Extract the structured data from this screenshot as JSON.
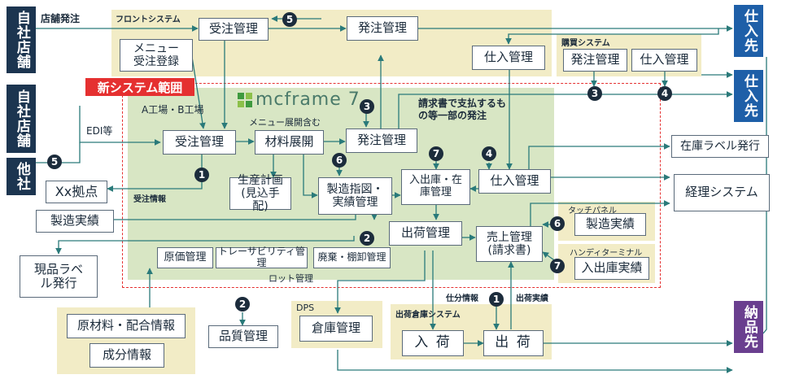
{
  "colors": {
    "panel": "#f2ecc6",
    "panel_green": "#d8e6c4",
    "scope_border": "#e53030",
    "navy": "#1c3550",
    "blue": "#1e5fa8",
    "purple": "#6a3f8f",
    "badge": "#1c2c3c"
  },
  "left": {
    "own_store_1": "自社店舗",
    "own_store_2": "自社店舗",
    "other_company": "他社",
    "xx_base": "Xx拠点",
    "manufacturing_results": "製造実績",
    "product_label": "現品ラベル発行"
  },
  "right": {
    "supplier_1": "仕入先",
    "supplier_2": "仕入先",
    "delivery": "納品先",
    "stock_label": "在庫ラベル発行",
    "accounting": "経理システム"
  },
  "frontend": {
    "title": "フロントシステム",
    "order_mgmt": "受注管理",
    "menu_order": "メニュー受注登録",
    "purchase_order_mgmt": "発注管理"
  },
  "purchasing": {
    "title": "購買システム",
    "purchase_order_mgmt": "発注管理",
    "purchase_mgmt": "仕入管理"
  },
  "top_purchase_mgmt": "仕入管理",
  "new_system": {
    "title": "新システム範囲",
    "logo": "mcframe 7",
    "factories": "A工場・B工場",
    "menu_expand": "メニュー展開含む",
    "order_mgmt": "受注管理",
    "material_expand": "材料展開",
    "purchase_order_mgmt": "発注管理",
    "production_plan": "生産計画 (見込手配)",
    "mfg_instruction": "製造指図・実績管理",
    "in_out_stock": "入出庫・在庫管理",
    "purchase_mgmt": "仕入管理",
    "shipping_mgmt": "出荷管理",
    "sales_mgmt": "売上管理 (請求書)",
    "cost_mgmt": "原価管理",
    "traceability": "トレーサビリティ管理",
    "disposal": "廃棄・棚卸管理",
    "lot_mgmt": "ロット管理",
    "invoice_note": "請求書で支払するもの等一部の発注"
  },
  "touch_panel": {
    "title": "タッチパネル",
    "mfg_results": "製造実績"
  },
  "handy": {
    "title": "ハンディターミナル",
    "in_out": "入出庫実績"
  },
  "materials": {
    "raw_materials": "原材料・配合情報",
    "components": "成分情報"
  },
  "quality": {
    "label": "品質管理"
  },
  "dps": {
    "title": "DPS",
    "warehouse": "倉庫管理"
  },
  "shipping_warehouse": {
    "title": "出荷倉庫システム",
    "receiving": "入 荷",
    "shipping": "出 荷"
  },
  "labels": {
    "store_order": "店舗発注",
    "edi": "EDI等",
    "order_info": "受注情報",
    "sort_info": "仕分情報",
    "ship_results": "出荷実績"
  },
  "badges": {
    "b5": "5",
    "b3": "3",
    "b4": "4",
    "b6": "6",
    "b7": "7",
    "b1": "1",
    "b2": "2"
  }
}
